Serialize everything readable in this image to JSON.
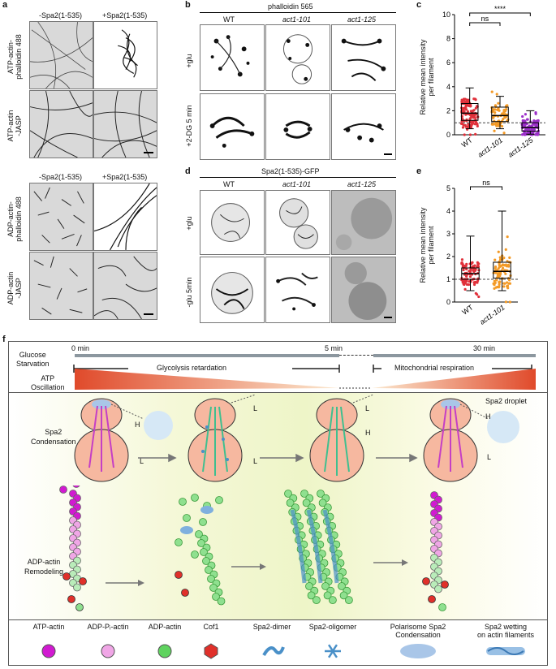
{
  "panel_a": {
    "letter": "a",
    "col_minus": "-Spa2(1-535)",
    "col_plus": "+Spa2(1-535)",
    "rows_top": [
      "ATP-actin-\nphalloidin 488",
      "ATP-actin\n-JASP"
    ],
    "rows_bottom": [
      "ADP-actin-\nphalloidin 488",
      "ADP-actin\n-JASP"
    ]
  },
  "panel_b": {
    "letter": "b",
    "header": "phalloidin 565",
    "cols": [
      "WT",
      "act1-101",
      "act1-125"
    ],
    "rows": [
      "+glu",
      "+2-DG 5 min"
    ]
  },
  "panel_c": {
    "letter": "c",
    "ylabel": "Relative mean intensity\nper filament",
    "yticks": [
      "0",
      "2",
      "4",
      "6",
      "8",
      "10"
    ],
    "ylim": [
      0,
      10
    ],
    "sig1": "ns",
    "sig2": "****",
    "categories": [
      "WT",
      "act1-101",
      "act1-125"
    ],
    "colors": [
      "#e0303a",
      "#f39a26",
      "#9b2fc9"
    ]
  },
  "panel_d": {
    "letter": "d",
    "header": "Spa2(1-535)-GFP",
    "cols": [
      "WT",
      "act1-101",
      "act1-125"
    ],
    "rows": [
      "+glu",
      "-glu 5min"
    ]
  },
  "panel_e": {
    "letter": "e",
    "ylabel": "Relative mean intensity\nper filament",
    "yticks": [
      "0",
      "1",
      "2",
      "3",
      "4",
      "5"
    ],
    "ylim": [
      0,
      5
    ],
    "sig": "ns",
    "categories": [
      "WT",
      "act1-101"
    ],
    "colors": [
      "#e0303a",
      "#f39a26"
    ]
  },
  "panel_f": {
    "letter": "f",
    "time_0": "0 min",
    "time_5": "5 min",
    "time_30": "30 min",
    "glucose_starvation": "Glucose\nStarvation",
    "glycolysis": "Glycolysis retardation",
    "mito": "Mitochondrial respiration",
    "atp_osc": "ATP\nOscillation",
    "spa2_cond": "Spa2\nCondensation",
    "adp_remodel": "ADP-actin\nRemodeling",
    "spa2_droplet": "Spa2 droplet",
    "H": "H",
    "L": "L"
  },
  "legend": [
    {
      "label": "ATP-actin",
      "icon": "atp-sphere-icon",
      "color": "#d11ad1"
    },
    {
      "label": "ADP-Pᵢ-actin",
      "icon": "adp-pi-sphere-icon",
      "color": "#f0a6e6"
    },
    {
      "label": "ADP-actin",
      "icon": "adp-sphere-icon",
      "color": "#5fd35f"
    },
    {
      "label": "Cof1",
      "icon": "cof1-hexagon-icon",
      "color": "#e0302a"
    },
    {
      "label": "Spa2-dimer",
      "icon": "spa2-dimer-icon",
      "color": "#4a90c8"
    },
    {
      "label": "Spa2-oligomer",
      "icon": "spa2-oligomer-icon",
      "color": "#4a90c8"
    },
    {
      "label": "Polarisome Spa2\nCondensation",
      "icon": "condensation-ellipse-icon",
      "color": "#a9c6e8"
    },
    {
      "label": "Spa2 wetting\non actin filaments",
      "icon": "wetting-filament-icon",
      "color": "#7fb0de"
    }
  ]
}
